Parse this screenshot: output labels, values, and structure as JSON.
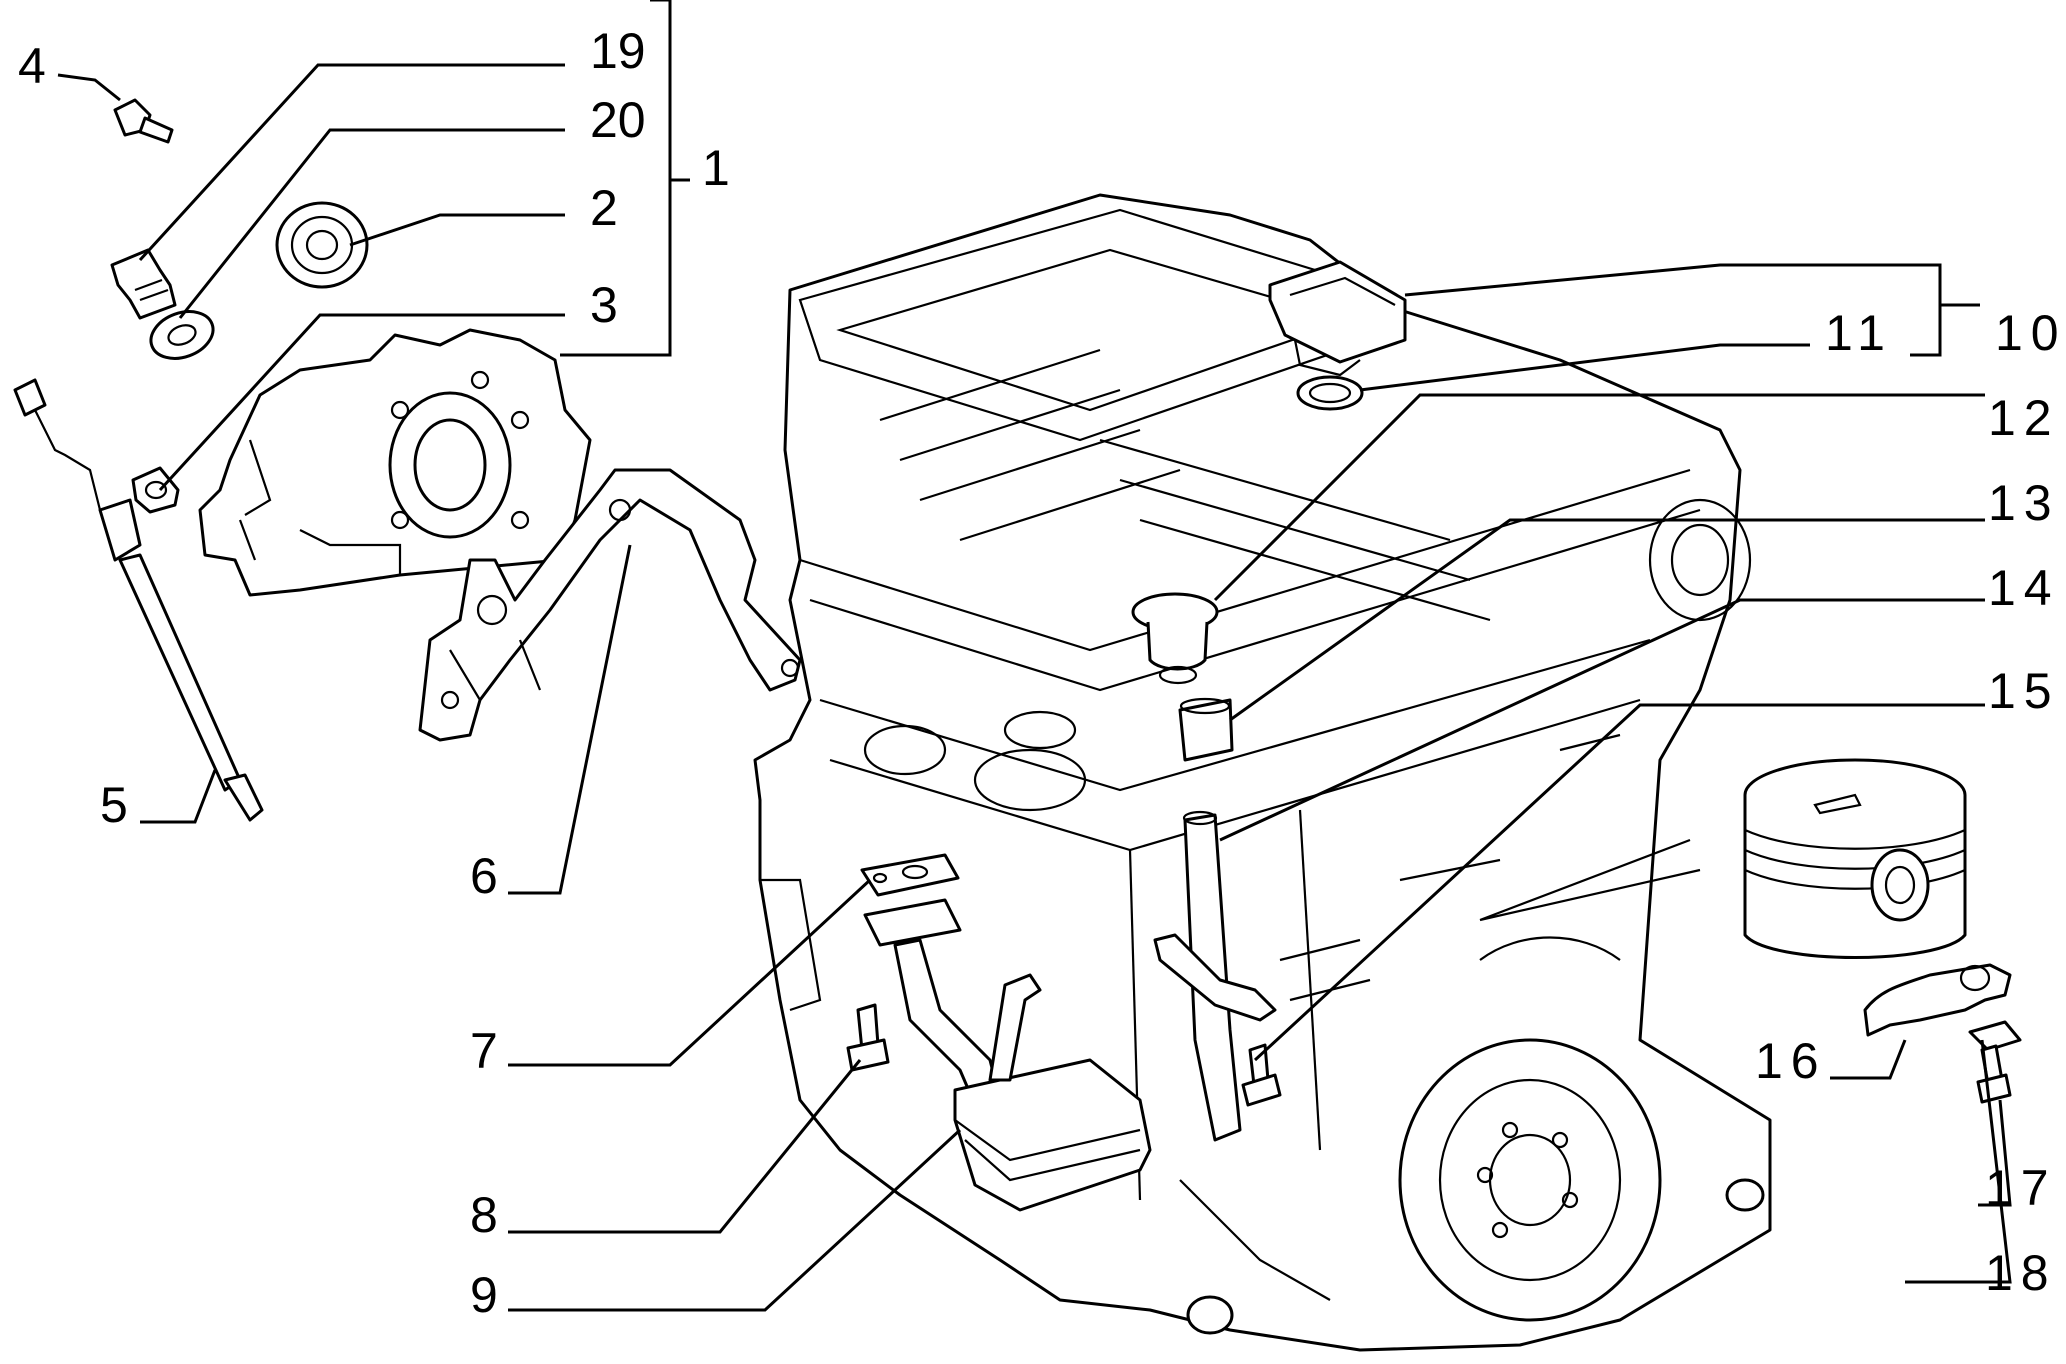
{
  "callouts": {
    "c1": "1",
    "c2": "2",
    "c3": "3",
    "c4": "4",
    "c5": "5",
    "c6": "6",
    "c7": "7",
    "c8": "8",
    "c9": "9",
    "c10": "10",
    "c11": "11",
    "c12": "12",
    "c13": "13",
    "c14": "14",
    "c15": "15",
    "c16": "16",
    "c17": "17",
    "c18": "18",
    "c19": "19",
    "c20": "20"
  },
  "icons": {
    "engine": "engine-block-icon",
    "oil_pump": "oil-pump-icon",
    "piston": "piston-icon"
  }
}
